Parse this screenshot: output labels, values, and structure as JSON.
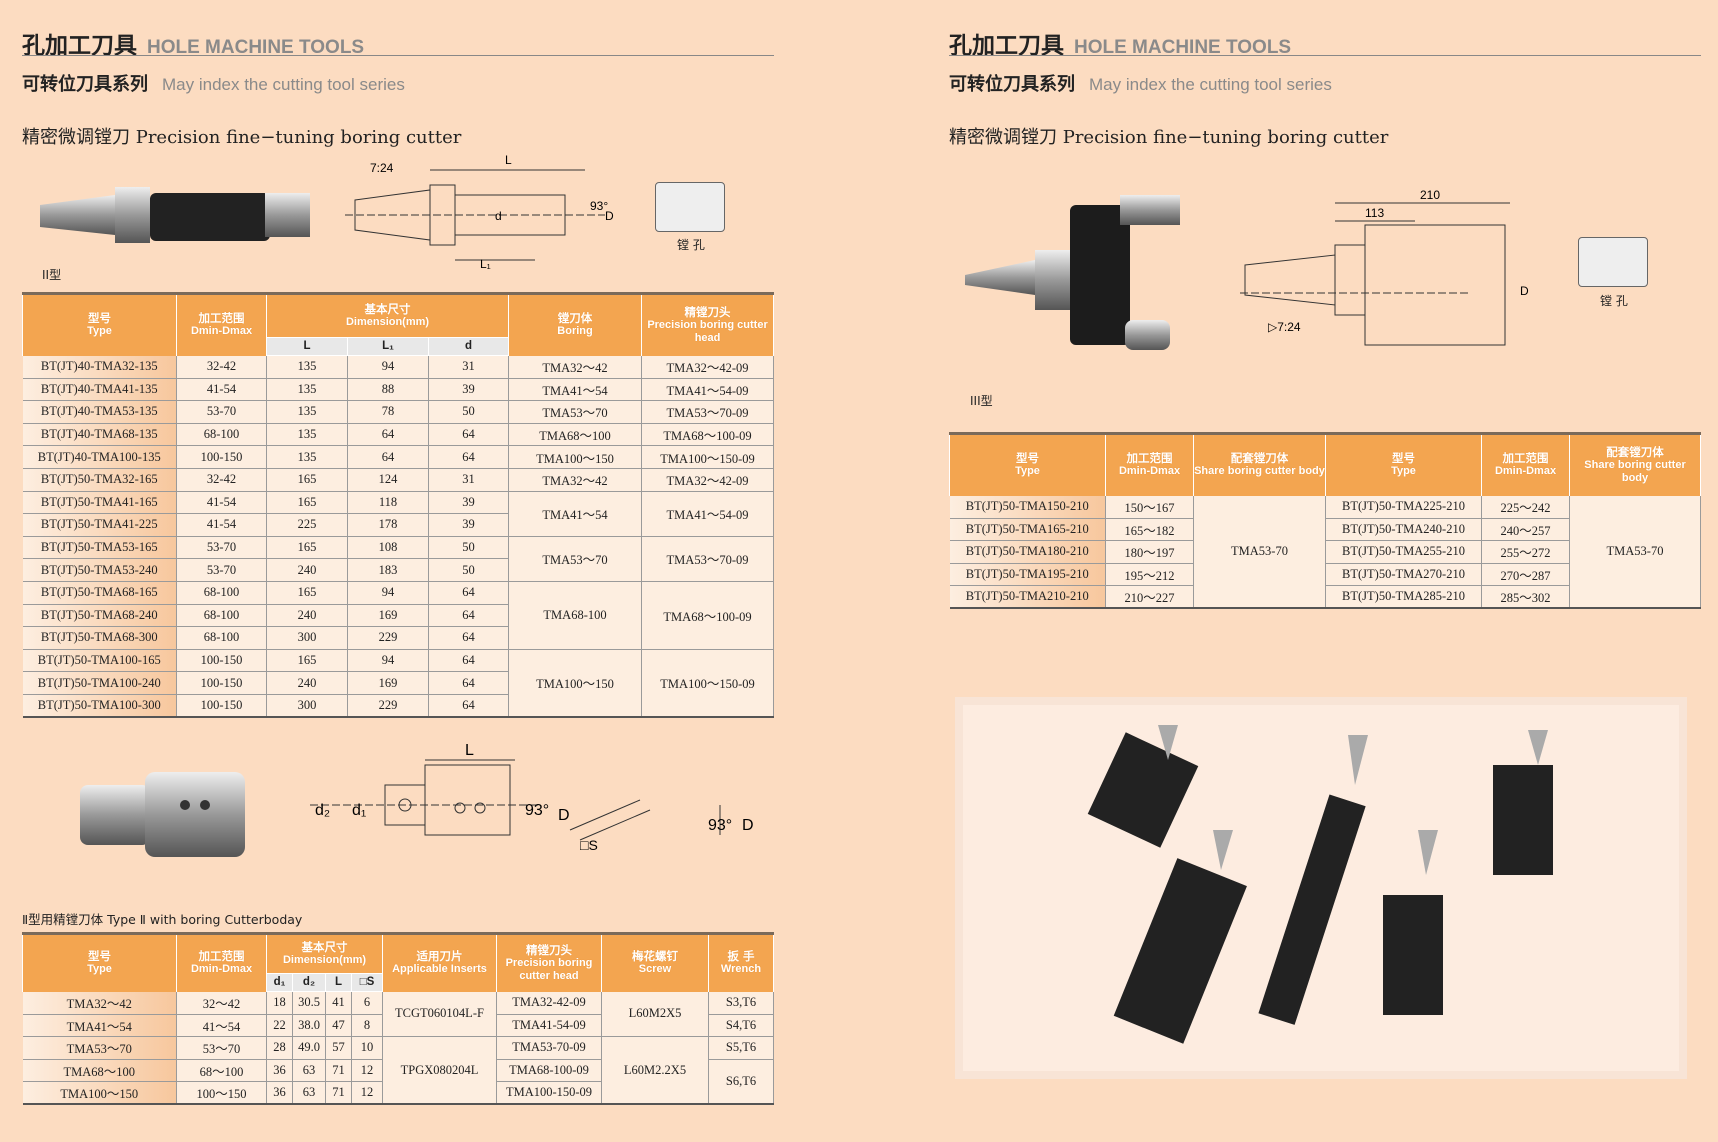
{
  "left": {
    "title_cn": "孔加工刀具",
    "title_en": "HOLE MACHINE TOOLS",
    "subtitle_cn": "可转位刀具系列",
    "subtitle_en": "May index the cutting tool series",
    "section": "精密微调镗刀 Precision fine−tuning boring cutter",
    "drawing": {
      "taper": "7:24",
      "L": "L",
      "L1": "L₁",
      "d": "d",
      "D": "D",
      "angle": "93°",
      "icon_label": "镗 孔",
      "type_label": "II型"
    },
    "table1": {
      "headers": [
        {
          "cn": "型号",
          "en": "Type"
        },
        {
          "cn": "加工范围",
          "en": "Dmin-Dmax"
        },
        {
          "cn": "基本尺寸",
          "en": "Dimension(mm)"
        },
        {
          "cn": "镗刀体",
          "en": "Boring"
        },
        {
          "cn": "精镗刀头",
          "en": "Precision boring cutter head"
        }
      ],
      "sub_headers": [
        "L",
        "L₁",
        "d"
      ],
      "rows": [
        [
          "BT(JT)40-TMA32-135",
          "32-42",
          "135",
          "94",
          "31"
        ],
        [
          "BT(JT)40-TMA41-135",
          "41-54",
          "135",
          "88",
          "39"
        ],
        [
          "BT(JT)40-TMA53-135",
          "53-70",
          "135",
          "78",
          "50"
        ],
        [
          "BT(JT)40-TMA68-135",
          "68-100",
          "135",
          "64",
          "64"
        ],
        [
          "BT(JT)40-TMA100-135",
          "100-150",
          "135",
          "64",
          "64"
        ],
        [
          "BT(JT)50-TMA32-165",
          "32-42",
          "165",
          "124",
          "31"
        ],
        [
          "BT(JT)50-TMA41-165",
          "41-54",
          "165",
          "118",
          "39"
        ],
        [
          "BT(JT)50-TMA41-225",
          "41-54",
          "225",
          "178",
          "39"
        ],
        [
          "BT(JT)50-TMA53-165",
          "53-70",
          "165",
          "108",
          "50"
        ],
        [
          "BT(JT)50-TMA53-240",
          "53-70",
          "240",
          "183",
          "50"
        ],
        [
          "BT(JT)50-TMA68-165",
          "68-100",
          "165",
          "94",
          "64"
        ],
        [
          "BT(JT)50-TMA68-240",
          "68-100",
          "240",
          "169",
          "64"
        ],
        [
          "BT(JT)50-TMA68-300",
          "68-100",
          "300",
          "229",
          "64"
        ],
        [
          "BT(JT)50-TMA100-165",
          "100-150",
          "165",
          "94",
          "64"
        ],
        [
          "BT(JT)50-TMA100-240",
          "100-150",
          "240",
          "169",
          "64"
        ],
        [
          "BT(JT)50-TMA100-300",
          "100-150",
          "300",
          "229",
          "64"
        ]
      ],
      "groups": [
        {
          "span": 1,
          "boring": "TMA32～42",
          "head": "TMA32～42-09"
        },
        {
          "span": 1,
          "boring": "TMA41～54",
          "head": "TMA41～54-09"
        },
        {
          "span": 1,
          "boring": "TMA53～70",
          "head": "TMA53～70-09"
        },
        {
          "span": 1,
          "boring": "TMA68～100",
          "head": "TMA68～100-09"
        },
        {
          "span": 1,
          "boring": "TMA100～150",
          "head": "TMA100～150-09"
        },
        {
          "span": 1,
          "boring": "TMA32～42",
          "head": "TMA32～42-09"
        },
        {
          "span": 2,
          "boring": "TMA41～54",
          "head": "TMA41～54-09"
        },
        {
          "span": 2,
          "boring": "TMA53～70",
          "head": "TMA53～70-09"
        },
        {
          "span": 3,
          "boring": "TMA68-100",
          "head": "TMA68～100-09"
        },
        {
          "span": 3,
          "boring": "TMA100～150",
          "head": "TMA100～150-09"
        }
      ]
    },
    "drawing2": {
      "L": "L",
      "d2": "d₂",
      "d1": "d₁",
      "angle": "93°",
      "D": "D",
      "S": "□S"
    },
    "table2_caption": "Ⅱ型用精镗刀体 Type Ⅱ with boring Cutterboday",
    "table2": {
      "headers": [
        {
          "cn": "型号",
          "en": "Type"
        },
        {
          "cn": "加工范围",
          "en": "Dmin-Dmax"
        },
        {
          "cn": "基本尺寸",
          "en": "Dimension(mm)"
        },
        {
          "cn": "适用刀片",
          "en": "Applicable Inserts"
        },
        {
          "cn": "精镗刀头",
          "en": "Precision boring cutter head"
        },
        {
          "cn": "梅花螺钉",
          "en": "Screw"
        },
        {
          "cn": "扳 手",
          "en": "Wrench"
        }
      ],
      "sub_headers": [
        "d₁",
        "d₂",
        "L",
        "□S"
      ],
      "rows": [
        [
          "TMA32～42",
          "32～42",
          "18",
          "30.5",
          "41",
          "6"
        ],
        [
          "TMA41～54",
          "41～54",
          "22",
          "38.0",
          "47",
          "8"
        ],
        [
          "TMA53～70",
          "53～70",
          "28",
          "49.0",
          "57",
          "10"
        ],
        [
          "TMA68～100",
          "68～100",
          "36",
          "63",
          "71",
          "12"
        ],
        [
          "TMA100～150",
          "100～150",
          "36",
          "63",
          "71",
          "12"
        ]
      ],
      "heads": [
        "TMA32-42-09",
        "TMA41-54-09",
        "TMA53-70-09",
        "TMA68-100-09",
        "TMA100-150-09"
      ],
      "inserts": [
        {
          "span": 2,
          "text": "TCGT060104L-F"
        },
        {
          "span": 3,
          "text": "TPGX080204L"
        }
      ],
      "screws": [
        {
          "span": 2,
          "text": "L60M2X5"
        },
        {
          "span": 3,
          "text": "L60M2.2X5"
        }
      ],
      "wrenches": [
        {
          "span": 1,
          "text": "S3,T6"
        },
        {
          "span": 1,
          "text": "S4,T6"
        },
        {
          "span": 1,
          "text": "S5,T6"
        },
        {
          "span": 2,
          "text": "S6,T6"
        }
      ]
    }
  },
  "right": {
    "title_cn": "孔加工刀具",
    "title_en": "HOLE MACHINE TOOLS",
    "subtitle_cn": "可转位刀具系列",
    "subtitle_en": "May index the cutting tool series",
    "section": "精密微调镗刀 Precision fine−tuning boring cutter",
    "drawing": {
      "L": "210",
      "L1": "113",
      "taper": "▷7:24",
      "D": "D",
      "icon_label": "镗 孔",
      "type_label": "III型"
    },
    "table": {
      "headers": [
        {
          "cn": "型号",
          "en": "Type"
        },
        {
          "cn": "加工范围",
          "en": "Dmin-Dmax"
        },
        {
          "cn": "配套镗刀体",
          "en": "Share boring cutter body"
        },
        {
          "cn": "型号",
          "en": "Type"
        },
        {
          "cn": "加工范围",
          "en": "Dmin-Dmax"
        },
        {
          "cn": "配套镗刀体",
          "en": "Share boring cutter body"
        }
      ],
      "rows": [
        [
          "BT(JT)50-TMA150-210",
          "150～167",
          "BT(JT)50-TMA225-210",
          "225～242"
        ],
        [
          "BT(JT)50-TMA165-210",
          "165～182",
          "BT(JT)50-TMA240-210",
          "240～257"
        ],
        [
          "BT(JT)50-TMA180-210",
          "180～197",
          "BT(JT)50-TMA255-210",
          "255～272"
        ],
        [
          "BT(JT)50-TMA195-210",
          "195～212",
          "BT(JT)50-TMA270-210",
          "270～287"
        ],
        [
          "BT(JT)50-TMA210-210",
          "210～227",
          "BT(JT)50-TMA285-210",
          "285～302"
        ]
      ],
      "body_left": "TMA53-70",
      "body_right": "TMA53-70"
    }
  }
}
